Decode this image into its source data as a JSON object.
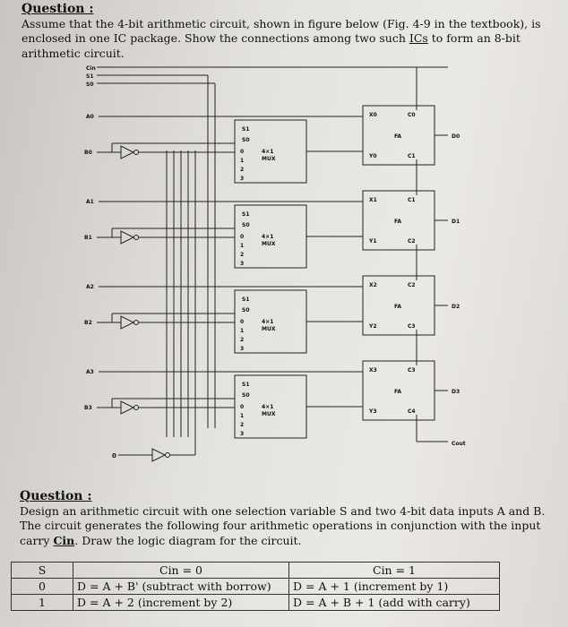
{
  "q1": {
    "title": "Question :",
    "text_before": "Assume that the 4-bit arithmetic circuit, shown in figure below (Fig. 4-9 in the textbook), is enclosed in one IC package. Show the connections among two such ",
    "ics": "ICs",
    "text_after": " to form an 8-bit arithmetic circuit."
  },
  "circuit": {
    "top_inputs": [
      "Cin",
      "S1",
      "S0"
    ],
    "a_inputs": [
      "A0",
      "A1",
      "A2",
      "A3"
    ],
    "b_inputs": [
      "B0",
      "B1",
      "B2",
      "B3"
    ],
    "mux_label": "4×1",
    "mux_sub": "MUX",
    "mux_sel": [
      "S1",
      "S0"
    ],
    "mux_inputs": [
      "0",
      "1",
      "2",
      "3"
    ],
    "fa_label": "FA",
    "fa_x": [
      "X0",
      "X1",
      "X2",
      "X3"
    ],
    "fa_y": [
      "Y0",
      "Y1",
      "Y2",
      "Y3"
    ],
    "fa_cin": [
      "C0",
      "C1",
      "C2",
      "C3"
    ],
    "fa_cout": [
      "C1",
      "C2",
      "C3",
      "C4"
    ],
    "outputs": [
      "D0",
      "D1",
      "D2",
      "D3"
    ],
    "cout": "Cout",
    "zero": "0"
  },
  "q2": {
    "title": "Question :",
    "text1": "Design an arithmetic circuit with one selection variable S and two 4-bit data inputs A and B. The circuit generates the following four arithmetic operations in conjunction with the input carry ",
    "cin": "Cin",
    "text2": ". Draw the logic diagram for the circuit."
  },
  "table": {
    "header": [
      "S",
      "Cin = 0",
      "Cin = 1"
    ],
    "rows": [
      [
        "0",
        "D = A + B' (subtract with borrow)",
        "D = A + 1 (increment by 1)"
      ],
      [
        "1",
        "D = A + 2 (increment by 2)",
        "D = A + B + 1 (add with carry)"
      ]
    ]
  }
}
